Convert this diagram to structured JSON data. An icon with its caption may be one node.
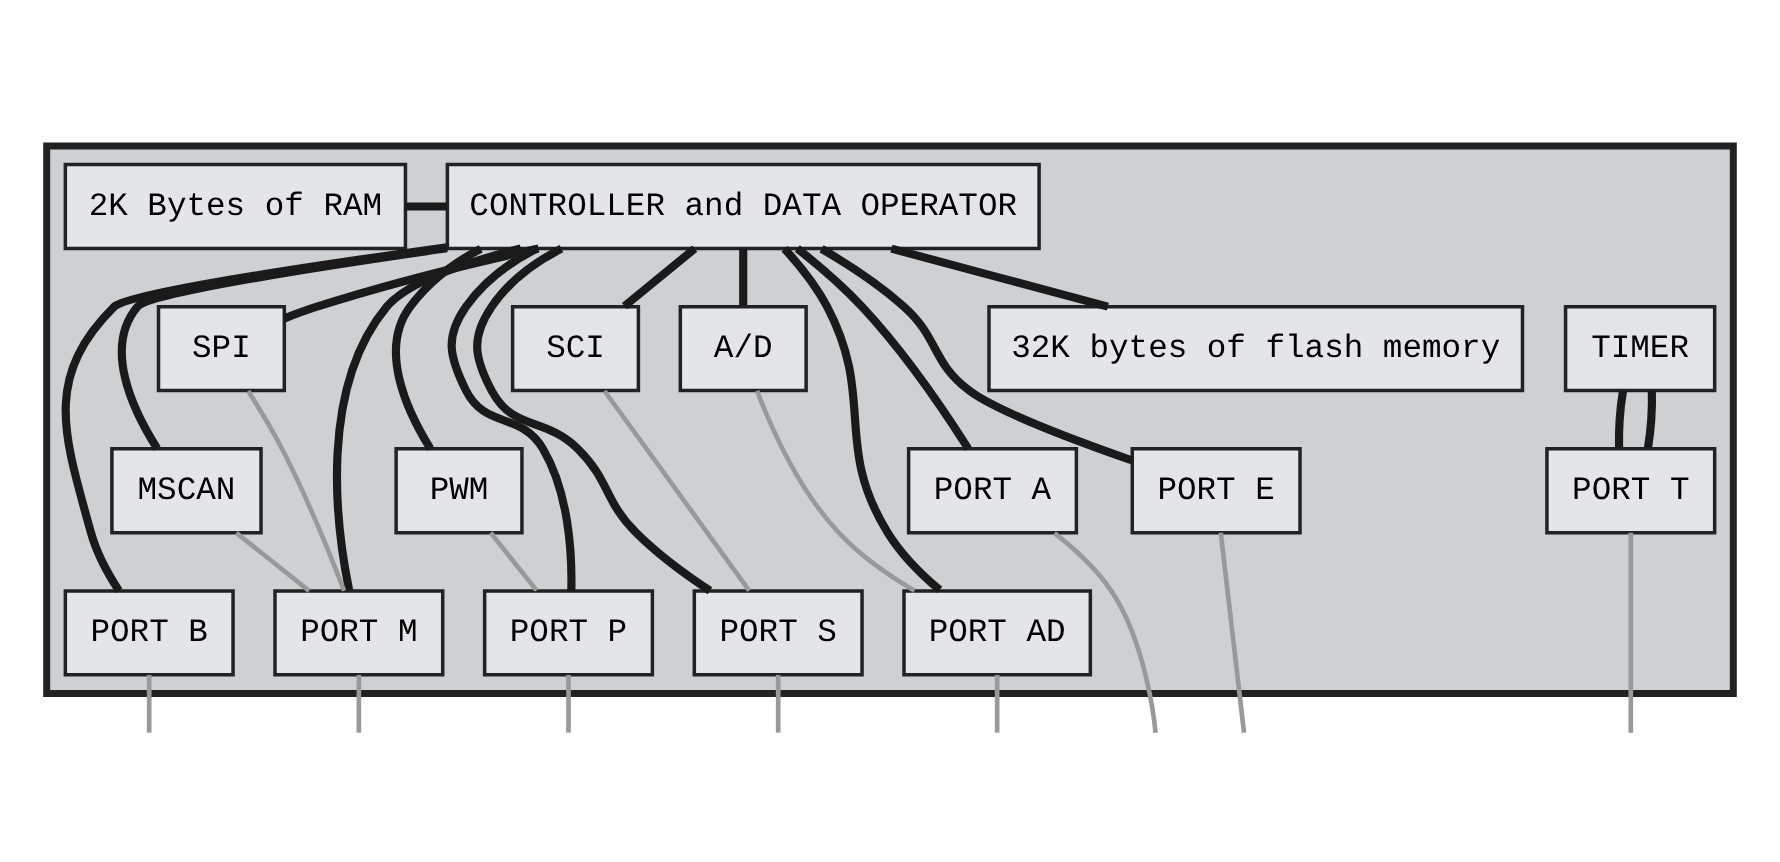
{
  "diagram": {
    "nodes": [
      {
        "text": [],
        "shape": "box"
      },
      {
        "text": [
          "2K Bytes of RAM"
        ],
        "in": 0
      },
      {
        "text": [
          "32K bytes of flash memory"
        ],
        "in": 0
      },
      {
        "text": [
          "CONTROLLER and DATA OPERATOR"
        ],
        "in": 0
      },
      {
        "text": [
          "A/D"
        ],
        "in": 0
      },
      {
        "text": [
          "SPI"
        ],
        "in": 0
      },
      {
        "text": [
          "SCI"
        ],
        "in": 0
      },
      {
        "text": [
          "TIMER"
        ],
        "in": 0
      },
      {
        "text": [
          "PORT A"
        ],
        "in": 0
      },
      {
        "text": [
          "PORT E"
        ],
        "in": 0
      },
      {
        "text": [
          "MSCAN"
        ],
        "in": 0
      },
      {
        "text": [
          "PWM"
        ],
        "in": 0
      },
      {
        "text": [
          "PORT T"
        ],
        "in": 0
      },
      {
        "text": [
          "PORT B"
        ],
        "in": 0
      },
      {
        "text": [
          "PORT M"
        ],
        "in": 0
      },
      {
        "text": [
          "PORT P"
        ],
        "in": 0
      },
      {
        "text": [
          "PORT S"
        ],
        "in": 0
      },
      {
        "text": [
          "PORT AD"
        ],
        "in": 0
      }
    ],
    "edges": [
      {
        "from": 1,
        "to": 3,
        "arrow": "none"
      },
      {
        "from": 2,
        "to": 3,
        "arrow": "none"
      },
      {
        "from": 3,
        "to": 4,
        "arrow": "none"
      },
      {
        "from": 3,
        "to": 5,
        "arrow": "none"
      },
      {
        "from": 3,
        "to": 8,
        "arrow": "none"
      },
      {
        "from": 3,
        "to": 13,
        "arrow": "none"
      },
      {
        "from": 3,
        "to": 9,
        "arrow": "none"
      },
      {
        "from": 3,
        "to": 10,
        "arrow": "none"
      },
      {
        "from": 3,
        "to": 14,
        "arrow": "none"
      },
      {
        "from": 3,
        "to": 11,
        "arrow": "none"
      },
      {
        "from": 3,
        "to": 15,
        "arrow": "none"
      },
      {
        "from": 3,
        "to": 6,
        "arrow": "none"
      },
      {
        "from": 3,
        "to": 16,
        "arrow": "none"
      },
      {
        "from": 3,
        "to": 17,
        "arrow": "none"
      },
      {
        "from": 7,
        "to": 12,
        "arrow": "none"
      },
      {
        "from": 7,
        "to": 12,
        "arrow": "none"
      },
      {
        "from": 5,
        "to": 14,
        "arrow": "none",
        "color": "#999999"
      },
      {
        "from": 10,
        "to": 14,
        "arrow": "none",
        "color": "#999999"
      },
      {
        "from": 11,
        "to": 15,
        "arrow": "none",
        "color": "#999999"
      },
      {
        "from": 6,
        "to": 16,
        "arrow": "none",
        "color": "#999999"
      },
      {
        "from": 4,
        "to": 17,
        "arrow": "none",
        "color": "#999999"
      },
      {
        "from": 8,
        "to": null,
        "arrow": "none",
        "color": "#999999"
      },
      {
        "from": 13,
        "to": null,
        "arrow": "none",
        "color": "#999999"
      },
      {
        "from": 9,
        "to": null,
        "arrow": "none",
        "color": "#999999"
      },
      {
        "from": 14,
        "to": null,
        "arrow": "none",
        "color": "#999999"
      },
      {
        "from": 15,
        "to": null,
        "arrow": "none",
        "color": "#999999"
      },
      {
        "from": 16,
        "to": null,
        "arrow": "none",
        "color": "#999999"
      },
      {
        "from": 12,
        "to": null,
        "arrow": "none",
        "color": "#999999"
      },
      {
        "from": 17,
        "to": null,
        "arrow": "none",
        "color": "#999999"
      }
    ]
  }
}
